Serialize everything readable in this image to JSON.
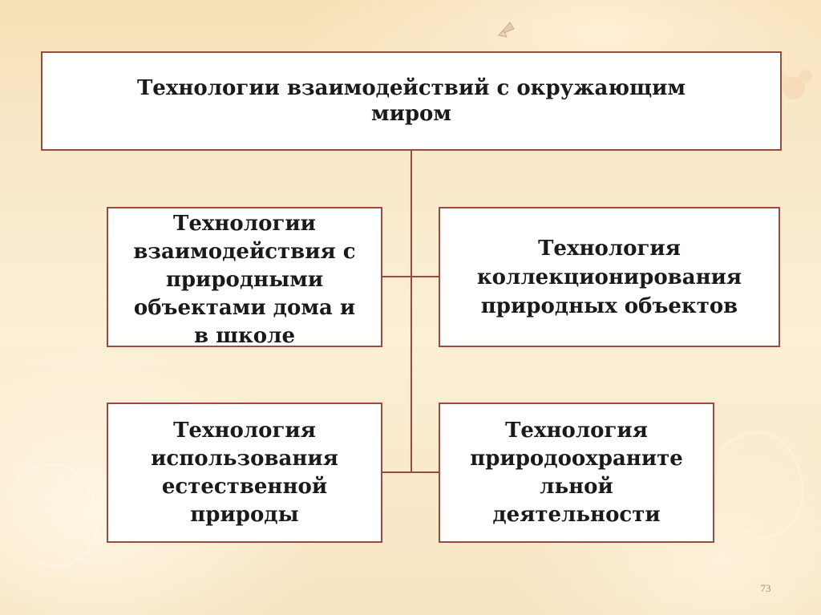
{
  "diagram": {
    "root": {
      "label": "Технологии взаимодействий с окружающим\nмиром"
    },
    "children": [
      {
        "label": "Технологии\nвзаимодействия с\nприродными\nобъектами дома и\nв школе"
      },
      {
        "label": "Технология\nколлекционирования\nприродных объектов"
      },
      {
        "label": "Технология\nиспользования\nестественной\nприроды"
      },
      {
        "label": "Технология\nприродоохраните\nльной\nдеятельности"
      }
    ]
  },
  "slide": {
    "page_number": "73"
  },
  "colors": {
    "box_border": "#9c4a3e",
    "connector": "#9c4a3e",
    "box_fill": "#ffffff",
    "background": "#f9e8c8"
  }
}
